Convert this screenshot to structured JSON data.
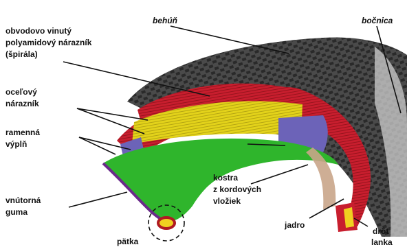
{
  "labels": {
    "tread": "behúň",
    "sidewall": "bočnica",
    "spiral_line1": "obvodovo vinutý",
    "spiral_line2": "polyamidový nárazník",
    "spiral_line3": "(špirála)",
    "steel_line1": "oceľový",
    "steel_line2": "nárazník",
    "shoulder_line1": "ramenná",
    "shoulder_line2": "výplň",
    "inner_line1": "vnútorná",
    "inner_line2": "guma",
    "bead": "pätka",
    "carcass_line1": "kostra",
    "carcass_line2": "z kordových",
    "carcass_line3": "vložiek",
    "core": "jadro",
    "wire_line1": "drôt",
    "wire_line2": "lanka"
  },
  "colors": {
    "tread_rubber": "#3a3a3a",
    "polyamide_belt": "#b8202a",
    "steel_belt": "#e3d21a",
    "shoulder_fill": "#6c63b8",
    "inner_liner": "#2fb52c",
    "carcass_ply": "#c81e2e",
    "bead_core": "#f0d020"
  }
}
